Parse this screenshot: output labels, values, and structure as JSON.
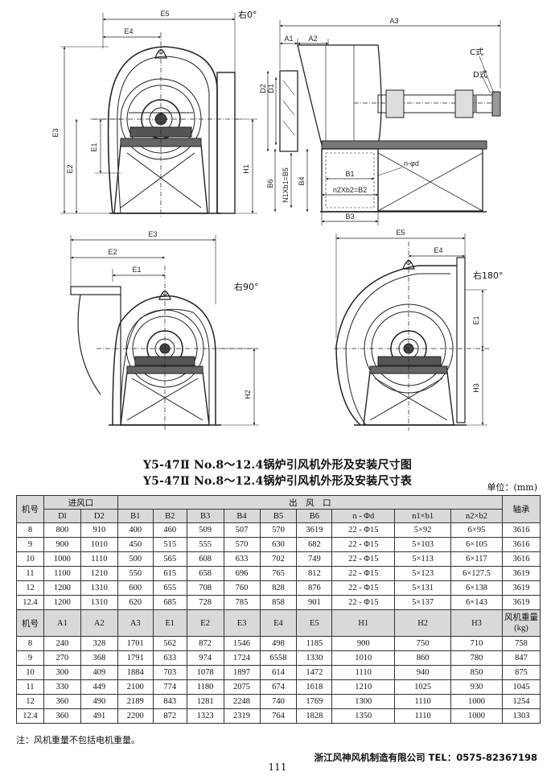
{
  "drawing": {
    "views": {
      "right0": {
        "orientation": "右0°",
        "dims": {
          "E5": "E5",
          "E4": "E4",
          "E3": "E3",
          "E2": "E2",
          "E1": "E1",
          "H1": "H1"
        }
      },
      "side": {
        "dims": {
          "A3": "A3",
          "A1": "A1",
          "A2": "A2",
          "D2": "D2",
          "D1": "D1",
          "B6": "B6",
          "N1b1B5": "N1Xb1=B5",
          "B4": "B4",
          "B1": "B1",
          "n2b2B2": "n2Xb2=B2",
          "B3": "B3",
          "nd": "n-φd"
        },
        "labels": {
          "c_type": "C式",
          "d_type": "D式"
        }
      },
      "right90": {
        "orientation": "右90°",
        "dims": {
          "E3": "E3",
          "E2": "E2",
          "E1": "E1",
          "H2": "H2"
        }
      },
      "right180": {
        "orientation": "右180°",
        "dims": {
          "E5": "E5",
          "E4": "E4",
          "E1": "E1",
          "H3": "H3"
        }
      }
    }
  },
  "titles": {
    "figure": "Y5-47Ⅱ No.8～12.4锅炉引风机外形及安装尺寸图",
    "table": "Y5-47Ⅱ No.8～12.4锅炉引风机外形及安装尺寸表"
  },
  "unit": "单位：(mm)",
  "table1": {
    "h_machine": "机号",
    "h_inlet": "进风口",
    "h_outlet": "出　风　口",
    "h_bearing": "轴承",
    "sub": [
      "Dl",
      "D2",
      "B1",
      "B2",
      "B3",
      "B4",
      "B5",
      "B6",
      "n - Φd",
      "n1×b1",
      "n2×b2"
    ],
    "rows": [
      [
        "8",
        "800",
        "910",
        "400",
        "460",
        "509",
        "507",
        "570",
        "3619",
        "22 - Φ15",
        "5×92",
        "6×95",
        "3616"
      ],
      [
        "9",
        "900",
        "1010",
        "450",
        "515",
        "555",
        "570",
        "630",
        "682",
        "22 - Φ15",
        "5×103",
        "6×105",
        "3616"
      ],
      [
        "10",
        "1000",
        "1110",
        "500",
        "565",
        "608",
        "633",
        "702",
        "749",
        "22 - Φ15",
        "5×113",
        "6×117",
        "3616"
      ],
      [
        "11",
        "1100",
        "1210",
        "550",
        "615",
        "658",
        "696",
        "765",
        "812",
        "22 - Φ15",
        "5×123",
        "6×127.5",
        "3619"
      ],
      [
        "12",
        "1200",
        "1310",
        "600",
        "655",
        "708",
        "760",
        "828",
        "876",
        "22 - Φ15",
        "5×131",
        "6×138",
        "3619"
      ],
      [
        "12.4",
        "1200",
        "1310",
        "620",
        "685",
        "728",
        "785",
        "858",
        "901",
        "22 - Φ15",
        "5×137",
        "6×143",
        "3619"
      ]
    ]
  },
  "table2": {
    "headers": [
      "机号",
      "A1",
      "A2",
      "A3",
      "E1",
      "E2",
      "E3",
      "E4",
      "E5",
      "H1",
      "H2",
      "H3"
    ],
    "weight_header": "风机重量",
    "weight_unit": "(kg)",
    "rows": [
      [
        "8",
        "240",
        "328",
        "1701",
        "562",
        "872",
        "1546",
        "498",
        "1185",
        "900",
        "750",
        "710",
        "758"
      ],
      [
        "9",
        "270",
        "368",
        "1791",
        "633",
        "974",
        "1724",
        "6558",
        "1330",
        "1010",
        "860",
        "780",
        "847"
      ],
      [
        "10",
        "300",
        "409",
        "1884",
        "703",
        "1078",
        "1897",
        "614",
        "1472",
        "1110",
        "940",
        "850",
        "875"
      ],
      [
        "11",
        "330",
        "449",
        "2100",
        "774",
        "1180",
        "2075",
        "674",
        "1618",
        "1210",
        "1025",
        "930",
        "1045"
      ],
      [
        "12",
        "360",
        "490",
        "2189",
        "843",
        "1281",
        "2248",
        "740",
        "1769",
        "1300",
        "1110",
        "1000",
        "1254"
      ],
      [
        "12.4",
        "360",
        "491",
        "2200",
        "872",
        "1323",
        "2319",
        "764",
        "1828",
        "1350",
        "1110",
        "1000",
        "1303"
      ]
    ]
  },
  "note": "注：风机重量不包括电机重量。",
  "company": "浙江风神风机制造有限公司  TEL：0575-82367198",
  "page_number": "111"
}
